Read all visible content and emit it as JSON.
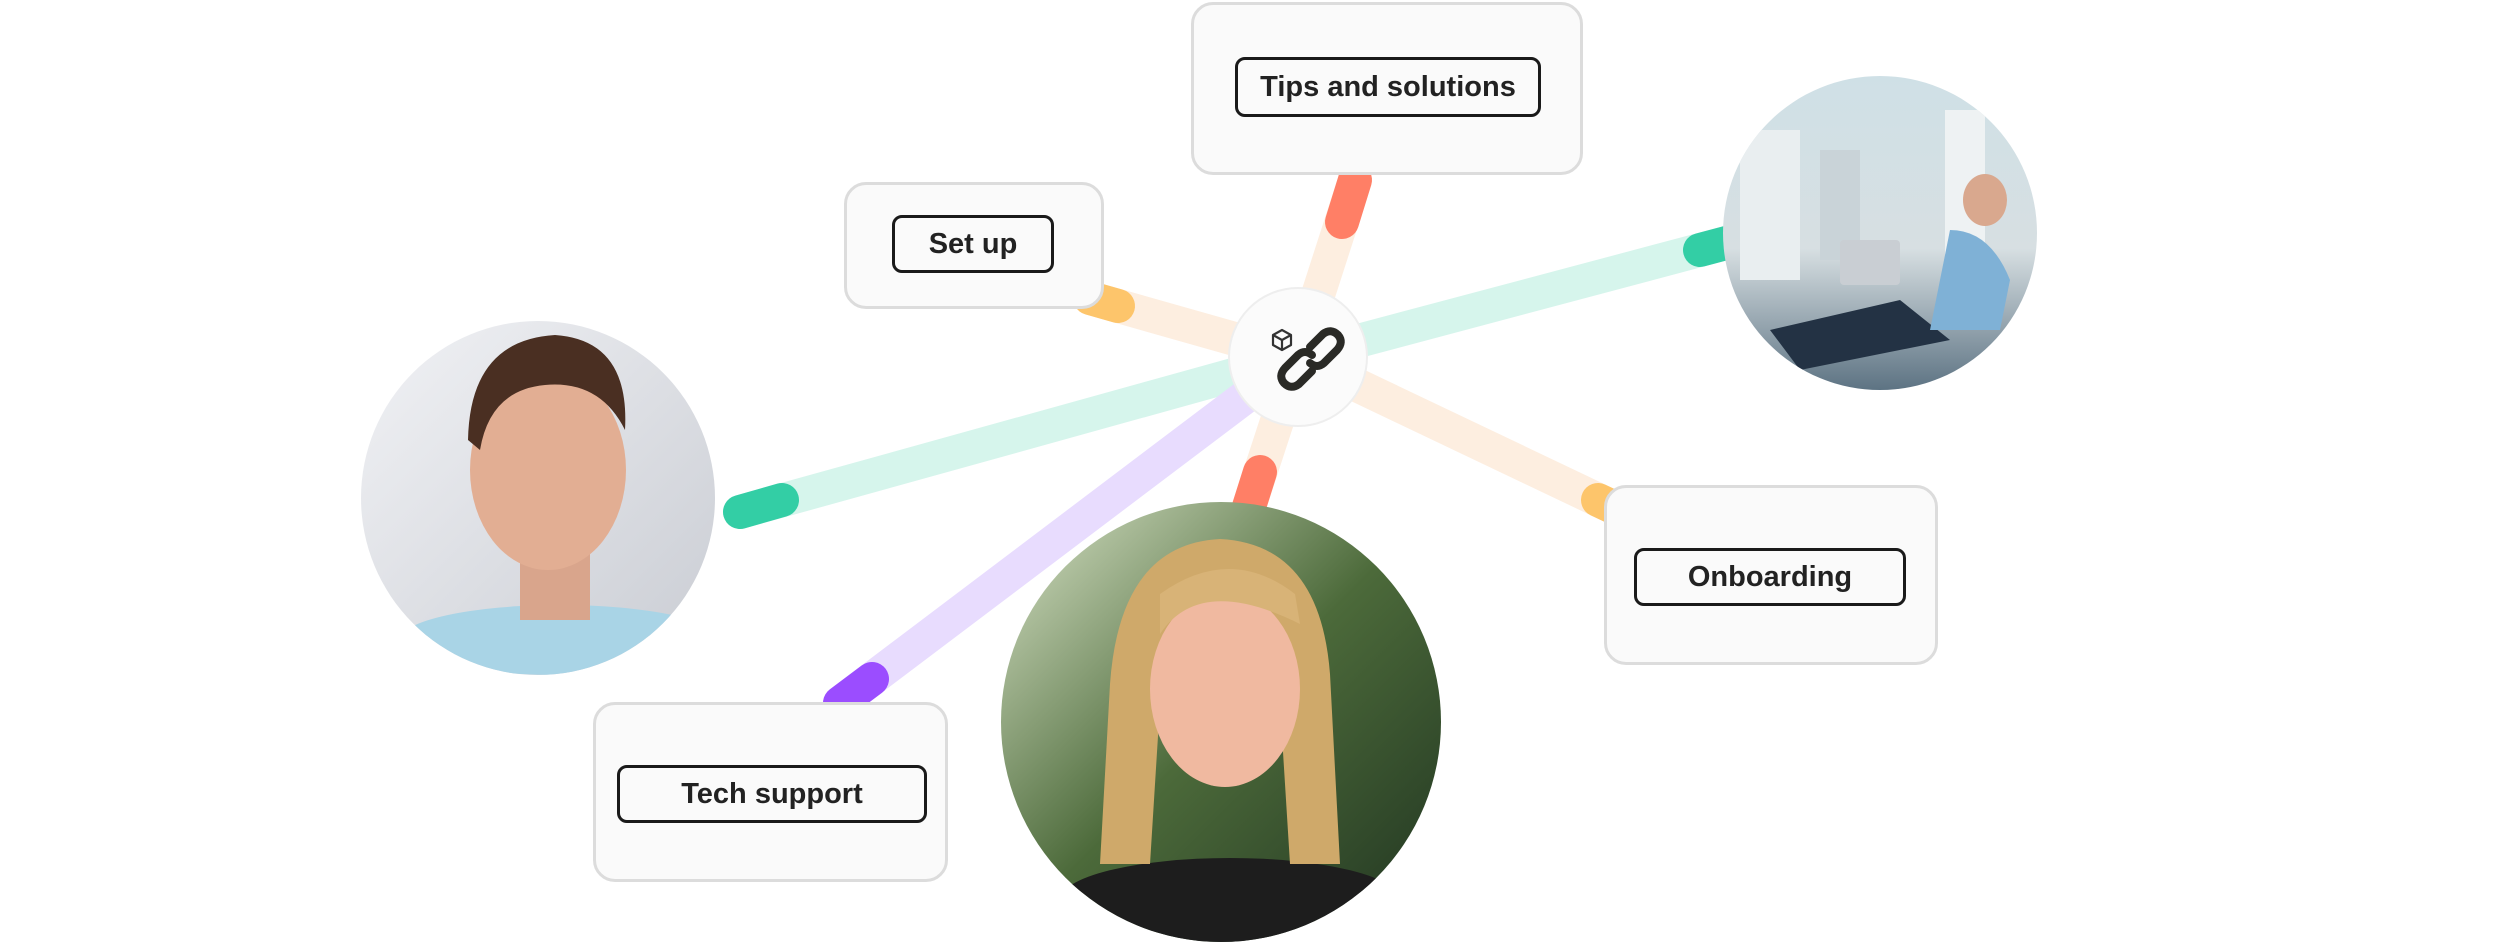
{
  "labels": {
    "tips": "Tips and solutions",
    "setup": "Set up",
    "onboarding": "Onboarding",
    "tech_support": "Tech support"
  },
  "icons": {
    "hub": "link-icon",
    "badge": "cube-icon"
  },
  "colors": {
    "green_light": "#d6f5ec",
    "green": "#33cea5",
    "peach_light": "#fdeee0",
    "red": "#ff7f66",
    "yellow": "#fdc56b",
    "purple_light": "#e8dcfe",
    "purple": "#9b4dff"
  }
}
